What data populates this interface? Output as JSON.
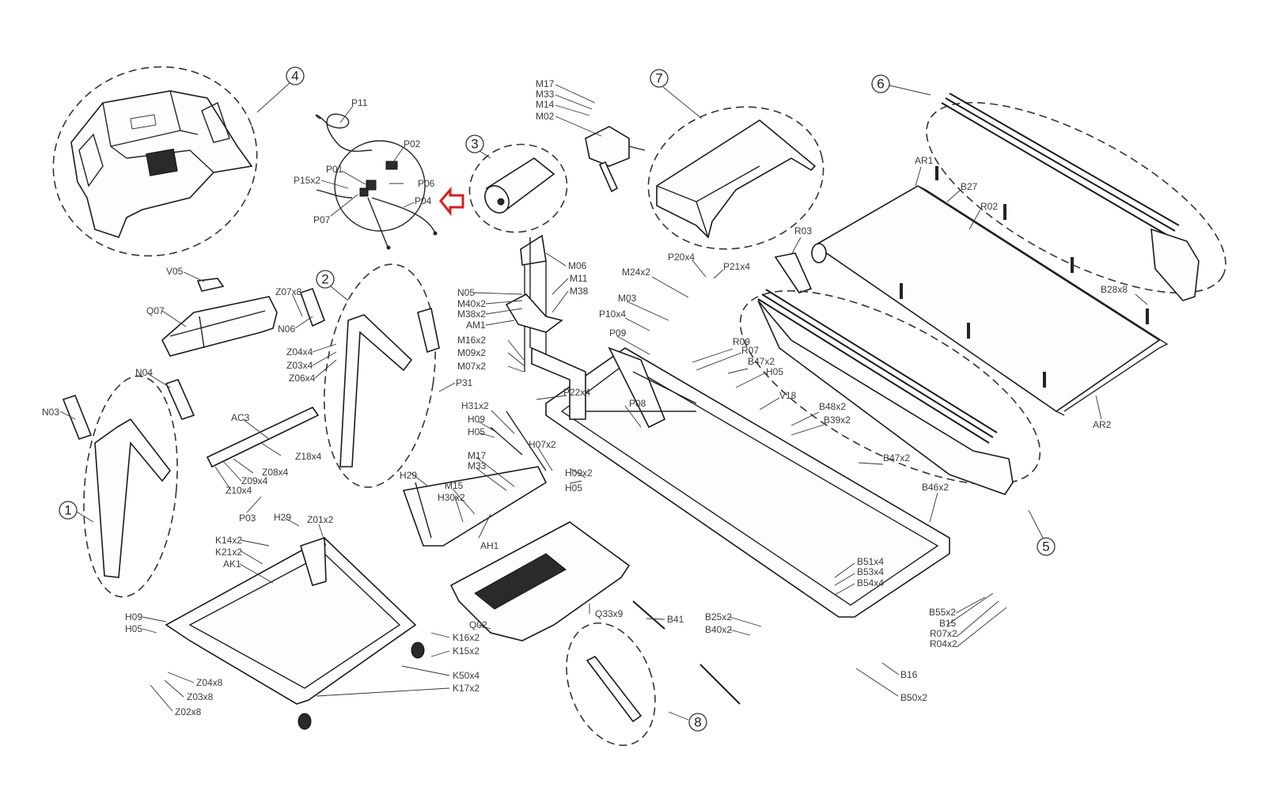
{
  "diagram": {
    "title": "Treadmill exploded parts diagram",
    "highlight": {
      "target_label": "P04",
      "color": "#d81e1e",
      "icon": "left-arrow-icon"
    },
    "groups": [
      {
        "id": "1",
        "label": "1"
      },
      {
        "id": "2",
        "label": "2"
      },
      {
        "id": "3",
        "label": "3"
      },
      {
        "id": "4",
        "label": "4"
      },
      {
        "id": "5",
        "label": "5"
      },
      {
        "id": "6",
        "label": "6"
      },
      {
        "id": "7",
        "label": "7"
      },
      {
        "id": "8",
        "label": "8"
      }
    ],
    "labels": {
      "P11": "P11",
      "P02": "P02",
      "P01": "P01",
      "P15x2": "P15x2",
      "P06": "P06",
      "P04": "P04",
      "P07": "P07",
      "M17a": "M17",
      "M33a": "M33",
      "M14": "M14",
      "M02": "M02",
      "V05": "V05",
      "Q07": "Q07",
      "Z07x8": "Z07x8",
      "N06": "N06",
      "Z04x4": "Z04x4",
      "Z03x4": "Z03x4",
      "Z06x4": "Z06x4",
      "N05": "N05",
      "M40x2": "M40x2",
      "M38x2": "M38x2",
      "AM1": "AM1",
      "M16x2": "M16x2",
      "M09x2": "M09x2",
      "M07x2": "M07x2",
      "M06": "M06",
      "M11": "M11",
      "M38": "M38",
      "M24x2": "M24x2",
      "M03": "M03",
      "P10x4": "P10x4",
      "P09": "P09",
      "P20x4": "P20x4",
      "P21x4": "P21x4",
      "R09": "R09",
      "R07": "R07",
      "B47x2a": "B47x2",
      "H05a": "H05",
      "V18": "V18",
      "B48x2": "B48x2",
      "B39x2": "B39x2",
      "B47x2b": "B47x2",
      "P08": "P08",
      "P22x4": "P22x4",
      "P31": "P31",
      "H31x2": "H31x2",
      "H09a": "H09",
      "H05b": "H05",
      "H07x2": "H07x2",
      "H09x2": "H09x2",
      "H05c": "H05",
      "M17b": "M17",
      "M33b": "M33",
      "M15": "M15",
      "H30x2": "H30x2",
      "H29a": "H29",
      "AH1": "AH1",
      "N04": "N04",
      "N03": "N03",
      "AC3": "AC3",
      "Z18x4": "Z18x4",
      "Z08x4": "Z08x4",
      "Z09x4": "Z09x4",
      "Z10x4": "Z10x4",
      "P03": "P03",
      "H29b": "H29",
      "Z01x2": "Z01x2",
      "K14x2": "K14x2",
      "K21x2": "K21x2",
      "AK1": "AK1",
      "H09b": "H09",
      "H05d": "H05",
      "Z04x8": "Z04x8",
      "Z03x8": "Z03x8",
      "Z02x8": "Z02x8",
      "K16x2": "K16x2",
      "K15x2": "K15x2",
      "K50x4": "K50x4",
      "K17x2": "K17x2",
      "Q02": "Q02",
      "Q33x9": "Q33x9",
      "B41": "B41",
      "B25x2": "B25x2",
      "B40x2": "B40x2",
      "AR1": "AR1",
      "B27": "B27",
      "R02": "R02",
      "R03": "R03",
      "B28x8": "B28x8",
      "AR2": "AR2",
      "B46x2": "B46x2",
      "B51x4": "B51x4",
      "B53x4": "B53x4",
      "B54x4": "B54x4",
      "B55x2": "B55x2",
      "B15": "B15",
      "R07x2": "R07x2",
      "R04x2": "R04x2",
      "B16": "B16",
      "B50x2": "B50x2"
    }
  }
}
